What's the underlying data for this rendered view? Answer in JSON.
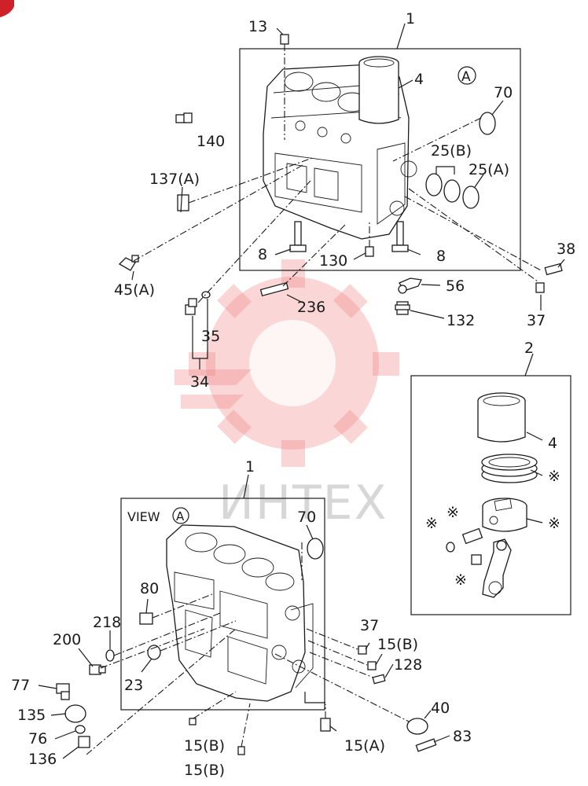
{
  "watermark": {
    "text": "ИНТЕХ"
  },
  "view_label": "VIEW",
  "view_marker": "A",
  "detail_marker": "A",
  "callouts": {
    "c13": "13",
    "c1_top": "1",
    "c4_top": "4",
    "c70_top": "70",
    "c25b_top": "25(B)",
    "c25a_top": "25(A)",
    "c140": "140",
    "c137a": "137(A)",
    "c45a": "45(A)",
    "c8_left": "8",
    "c130": "130",
    "c8_right": "8",
    "c38": "38",
    "c56": "56",
    "c236": "236",
    "c132": "132",
    "c37_top": "37",
    "c35": "35",
    "c34": "34",
    "c2": "2",
    "c4_box": "4",
    "star_rings": "※",
    "star_piston": "※",
    "star_pin": "※",
    "star_clip": "※",
    "star_rod": "※",
    "c1_bottom": "1",
    "c70_bottom": "70",
    "c80": "80",
    "c218": "218",
    "c200": "200",
    "c23": "23",
    "c37_bottom": "37",
    "c15b_right": "15(B)",
    "c128": "128",
    "c77": "77",
    "c135": "135",
    "c76": "76",
    "c136": "136",
    "c15b_a": "15(B)",
    "c15b_b": "15(B)",
    "c15a": "15(A)",
    "c40": "40",
    "c83": "83"
  }
}
